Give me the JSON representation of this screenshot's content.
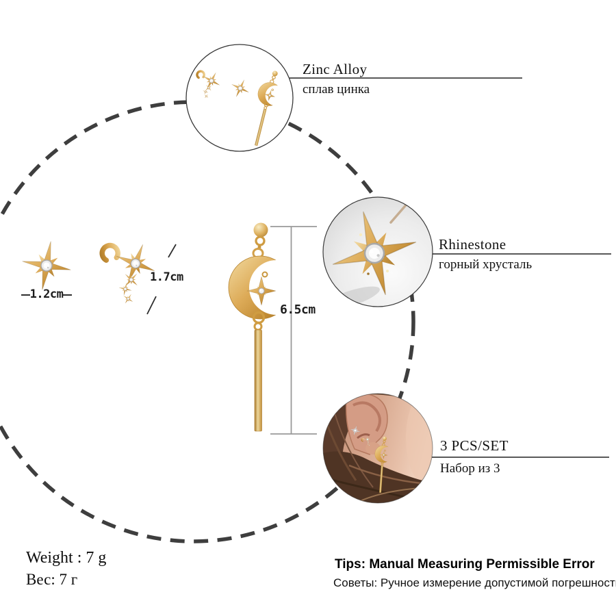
{
  "callouts": [
    {
      "title": "Zinc Alloy",
      "subtitle": "сплав цинка"
    },
    {
      "title": "Rhinestone",
      "subtitle": "горный хрусталь"
    },
    {
      "title": "3 PCS/SET",
      "subtitle": "Набор из 3"
    }
  ],
  "measurements": {
    "stud_width": "1.2cm",
    "cuff_height": "1.7cm",
    "drop_length": "6.5cm"
  },
  "weight": {
    "en": "Weight : 7 g",
    "ru": "Вес: 7 г"
  },
  "tips": {
    "en": "Tips: Manual Measuring Permissible Error",
    "ru": "Советы: Ручное измерение допустимой погрешности"
  },
  "colors": {
    "gold": "#d6a74f",
    "gold_dark": "#b5832f",
    "gold_light": "#f2daa0",
    "dash_circle": "#3e3e3e",
    "leader_line": "#222222",
    "measure_line": "#999999",
    "text": "#141414"
  }
}
